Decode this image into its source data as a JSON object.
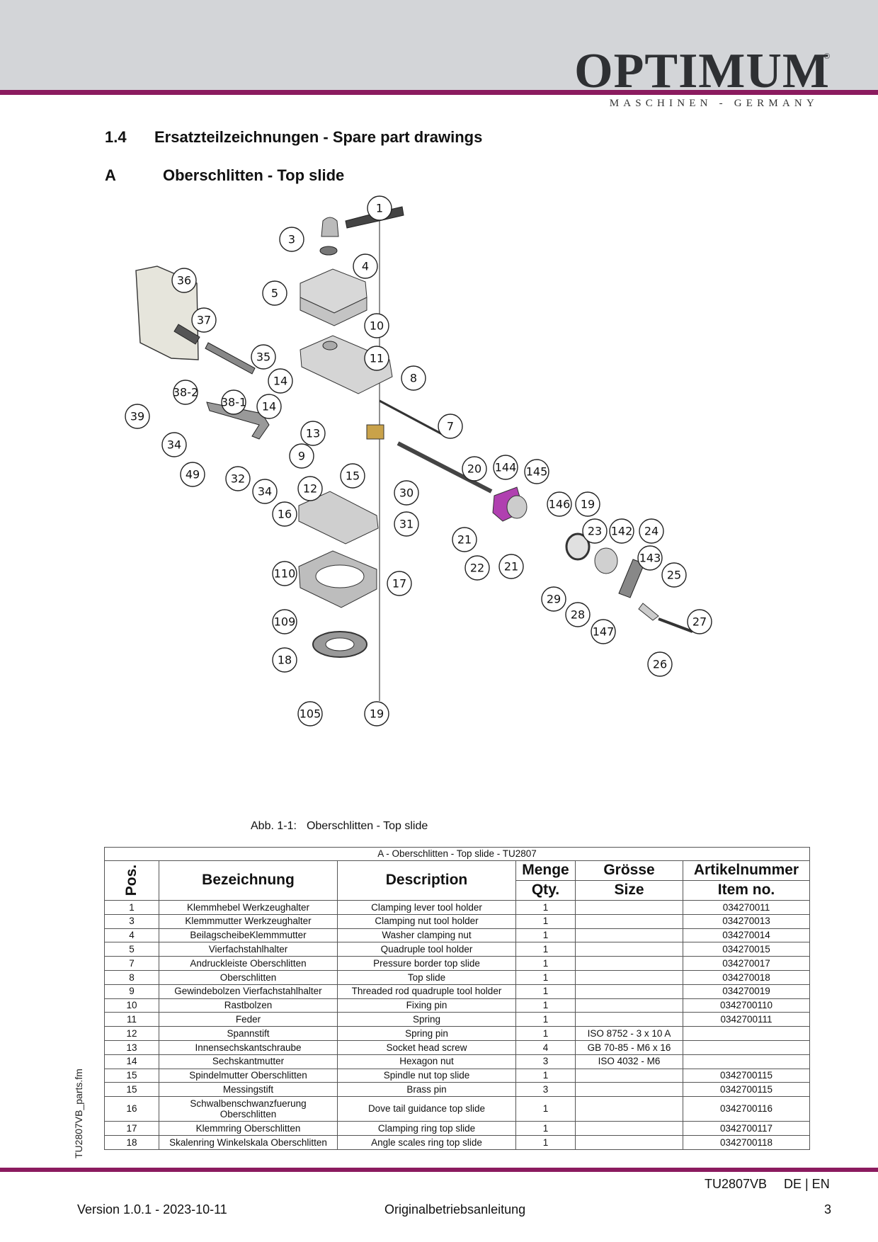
{
  "header": {
    "brand": "OPTIMUM",
    "brand_mark": "®",
    "tagline": "MASCHINEN - GERMANY",
    "accent_color": "#8b1b5f",
    "band_color": "#d3d5d8"
  },
  "section": {
    "number": "1.4",
    "title": "Ersatzteilzeichnungen - Spare part drawings"
  },
  "subsection": {
    "letter": "A",
    "title": "Oberschlitten - Top slide"
  },
  "drawing": {
    "callouts": [
      "1",
      "3",
      "4",
      "5",
      "36",
      "37",
      "10",
      "11",
      "35",
      "8",
      "14",
      "38-2",
      "38-1",
      "14",
      "39",
      "13",
      "7",
      "34",
      "9",
      "49",
      "32",
      "15",
      "20",
      "144",
      "145",
      "34",
      "12",
      "30",
      "16",
      "146",
      "19",
      "31",
      "21",
      "23",
      "142",
      "24",
      "143",
      "22",
      "21",
      "110",
      "25",
      "17",
      "29",
      "28",
      "147",
      "27",
      "109",
      "26",
      "18",
      "105",
      "19"
    ]
  },
  "caption": {
    "label": "Abb. 1-1:",
    "text": "Oberschlitten  - Top slide"
  },
  "table": {
    "title": "A - Oberschlitten - Top slide - TU2807",
    "headers": {
      "pos": "Pos.",
      "bezeichnung": "Bezeichnung",
      "description": "Description",
      "menge": "Menge",
      "qty": "Qty.",
      "groesse": "Grösse",
      "size": "Size",
      "artikel": "Artikelnummer",
      "item": "Item no."
    },
    "rows": [
      {
        "pos": "1",
        "de": "Klemmhebel Werkzeughalter",
        "en": "Clamping lever tool holder",
        "qty": "1",
        "size": "",
        "item": "034270011"
      },
      {
        "pos": "3",
        "de": "Klemmmutter Werkzeughalter",
        "en": "Clamping nut tool holder",
        "qty": "1",
        "size": "",
        "item": "034270013"
      },
      {
        "pos": "4",
        "de": "BeilagscheibeKlemmmutter",
        "en": "Washer clamping nut",
        "qty": "1",
        "size": "",
        "item": "034270014"
      },
      {
        "pos": "5",
        "de": "Vierfachstahlhalter",
        "en": "Quadruple tool holder",
        "qty": "1",
        "size": "",
        "item": "034270015"
      },
      {
        "pos": "7",
        "de": "Andruckleiste Oberschlitten",
        "en": "Pressure border top slide",
        "qty": "1",
        "size": "",
        "item": "034270017"
      },
      {
        "pos": "8",
        "de": "Oberschlitten",
        "en": "Top slide",
        "qty": "1",
        "size": "",
        "item": "034270018"
      },
      {
        "pos": "9",
        "de": "Gewindebolzen Vierfachstahlhalter",
        "en": "Threaded rod quadruple tool holder",
        "qty": "1",
        "size": "",
        "item": "034270019"
      },
      {
        "pos": "10",
        "de": "Rastbolzen",
        "en": "Fixing pin",
        "qty": "1",
        "size": "",
        "item": "0342700110"
      },
      {
        "pos": "11",
        "de": "Feder",
        "en": "Spring",
        "qty": "1",
        "size": "",
        "item": "0342700111"
      },
      {
        "pos": "12",
        "de": "Spannstift",
        "en": "Spring pin",
        "qty": "1",
        "size": "ISO 8752 - 3 x 10  A",
        "item": ""
      },
      {
        "pos": "13",
        "de": "Innensechskantschraube",
        "en": "Socket head screw",
        "qty": "4",
        "size": "GB 70-85 - M6 x 16",
        "item": ""
      },
      {
        "pos": "14",
        "de": "Sechskantmutter",
        "en": "Hexagon nut",
        "qty": "3",
        "size": "ISO 4032 - M6",
        "item": ""
      },
      {
        "pos": "15",
        "de": "Spindelmutter Oberschlitten",
        "en": "Spindle nut top slide",
        "qty": "1",
        "size": "",
        "item": "0342700115"
      },
      {
        "pos": "15",
        "de": "Messingstift",
        "en": "Brass pin",
        "qty": "3",
        "size": "",
        "item": "0342700115"
      },
      {
        "pos": "16",
        "de": "Schwalbenschwanzfuerung Oberschlitten",
        "en": "Dove tail guidance top slide",
        "qty": "1",
        "size": "",
        "item": "0342700116"
      },
      {
        "pos": "17",
        "de": "Klemmring Oberschlitten",
        "en": "Clamping ring top slide",
        "qty": "1",
        "size": "",
        "item": "0342700117"
      },
      {
        "pos": "18",
        "de": "Skalenring Winkelskala Oberschlitten",
        "en": "Angle scales ring top slide",
        "qty": "1",
        "size": "",
        "item": "0342700118"
      }
    ]
  },
  "side_label": "TU2807VB_parts.fm",
  "footer": {
    "code": "TU2807VB",
    "lang": "DE | EN",
    "version": "Version 1.0.1 - 2023-10-11",
    "center": "Originalbetriebsanleitung",
    "page": "3"
  }
}
